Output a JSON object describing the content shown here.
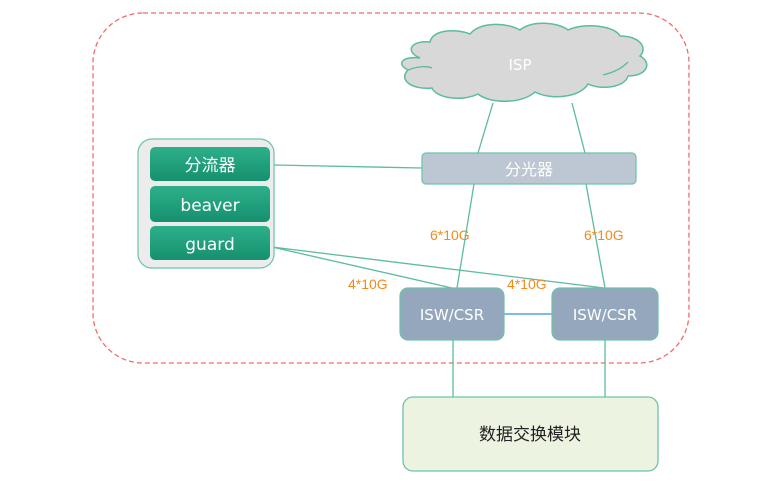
{
  "diagram": {
    "colors": {
      "boundary": "#f26b6b",
      "link": "#5cbba0",
      "interlink": "#3a8fd8",
      "label": "#f28a1e",
      "cloud_fill": "#d8d8d8",
      "cloud_stroke": "#5cbba0",
      "stack_bg": "#ececec",
      "stack_item": "#1e9e7b",
      "splitter_fill": "#bcc7d3",
      "switch_fill": "#95a7bd",
      "exchange_fill": "#edf3e1",
      "node_stroke": "#6cc3aa"
    },
    "cloud": {
      "label": "ISP"
    },
    "splitter": {
      "label": "分光器"
    },
    "stack": {
      "items": [
        {
          "label": "分流器"
        },
        {
          "label": "beaver"
        },
        {
          "label": "guard"
        }
      ]
    },
    "switches": [
      {
        "label": "ISW/CSR"
      },
      {
        "label": "ISW/CSR"
      }
    ],
    "exchange": {
      "label": "数据交换模块"
    },
    "link_labels": {
      "left_uplink": "6*10G",
      "right_uplink": "6*10G",
      "left_guard": "4*10G",
      "right_guard": "4*10G"
    }
  }
}
